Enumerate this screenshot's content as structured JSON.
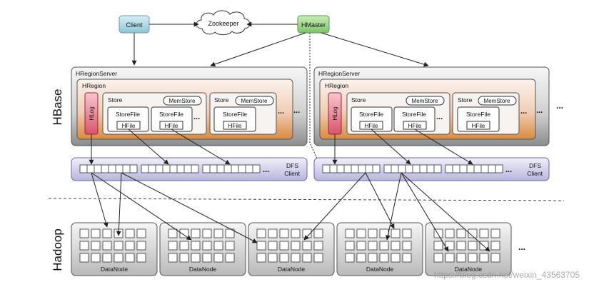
{
  "nodes": {
    "client": "Client",
    "zookeeper": "Zookeeper",
    "hmaster": "HMaster"
  },
  "side_labels": {
    "hbase": "HBase",
    "hadoop": "Hadoop"
  },
  "region_servers": [
    {
      "title": "HRegionServer",
      "region_title": "HRegion",
      "hlog": "HLog",
      "stores": [
        {
          "label": "Store",
          "memstore": "MemStore",
          "storefiles": [
            {
              "label": "StoreFile",
              "hfile": "HFile"
            },
            {
              "label": "StoreFile",
              "hfile": "HFile"
            }
          ],
          "ellipsis": "..."
        },
        {
          "label": "Store",
          "memstore": "MemStore",
          "storefiles": [
            {
              "label": "StoreFile",
              "hfile": "HFile"
            }
          ],
          "ellipsis": ""
        }
      ],
      "store_ellipsis": "...",
      "region_ellipsis": "...",
      "dfs_client": [
        "DFS",
        "Client"
      ],
      "dfs_ellipsis": "..."
    },
    {
      "title": "HRegionServer",
      "region_title": "HRegion",
      "hlog": "HLog",
      "stores": [
        {
          "label": "Store",
          "memstore": "MemStore",
          "storefiles": [
            {
              "label": "StoreFile",
              "hfile": "HFile"
            },
            {
              "label": "StoreFile",
              "hfile": "HFile"
            }
          ],
          "ellipsis": "..."
        },
        {
          "label": "Store",
          "memstore": "MemStore",
          "storefiles": [
            {
              "label": "StoreFile",
              "hfile": "HFile"
            }
          ],
          "ellipsis": ""
        }
      ],
      "store_ellipsis": "...",
      "region_ellipsis": "...",
      "dfs_client": [
        "DFS",
        "Client"
      ],
      "dfs_ellipsis": "..."
    }
  ],
  "server_ellipsis": "...",
  "datanodes": [
    "DataNode",
    "DataNode",
    "DataNode",
    "DataNode",
    "DataNode"
  ],
  "datanode_ellipsis": "...",
  "watermark": "https://blog.csdn.net/weixin_43563705",
  "colors": {
    "client_top": "#d8eef5",
    "client_bottom": "#8ec5d6",
    "hmaster_top": "#c9ecb8",
    "hmaster_bottom": "#7cc46a",
    "server_top": "#f5f5f5",
    "server_bottom": "#8c8c8c",
    "region_top": "#fbeee6",
    "region_bottom": "#d98a40",
    "hlog_top": "#f7b3c0",
    "hlog_bottom": "#d9536c",
    "dfs_top": "#eceaf7",
    "dfs_bottom": "#b9b4dd",
    "datanode_top": "#f4f4f4",
    "datanode_bottom": "#b8b8b8"
  }
}
